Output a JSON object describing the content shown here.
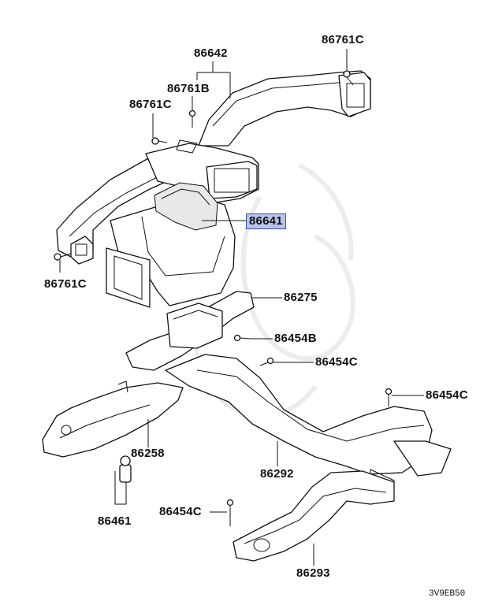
{
  "diagram": {
    "parts": [
      {
        "id": "p86642",
        "number": "86642"
      },
      {
        "id": "p86761c_top",
        "number": "86761C"
      },
      {
        "id": "p86761b",
        "number": "86761B"
      },
      {
        "id": "p86761c_left",
        "number": "86761C"
      },
      {
        "id": "p86641",
        "number": "86641",
        "highlighted": true
      },
      {
        "id": "p86761c_bottom",
        "number": "86761C"
      },
      {
        "id": "p86275",
        "number": "86275"
      },
      {
        "id": "p86454b",
        "number": "86454B"
      },
      {
        "id": "p86454c_mid",
        "number": "86454C"
      },
      {
        "id": "p86454c_right",
        "number": "86454C"
      },
      {
        "id": "p86258",
        "number": "86258"
      },
      {
        "id": "p86292",
        "number": "86292"
      },
      {
        "id": "p86461",
        "number": "86461"
      },
      {
        "id": "p86454c_low",
        "number": "86454C"
      },
      {
        "id": "p86293",
        "number": "86293"
      }
    ],
    "figure_code": "3V9EB50",
    "highlight_color": "#b9c4ea"
  }
}
